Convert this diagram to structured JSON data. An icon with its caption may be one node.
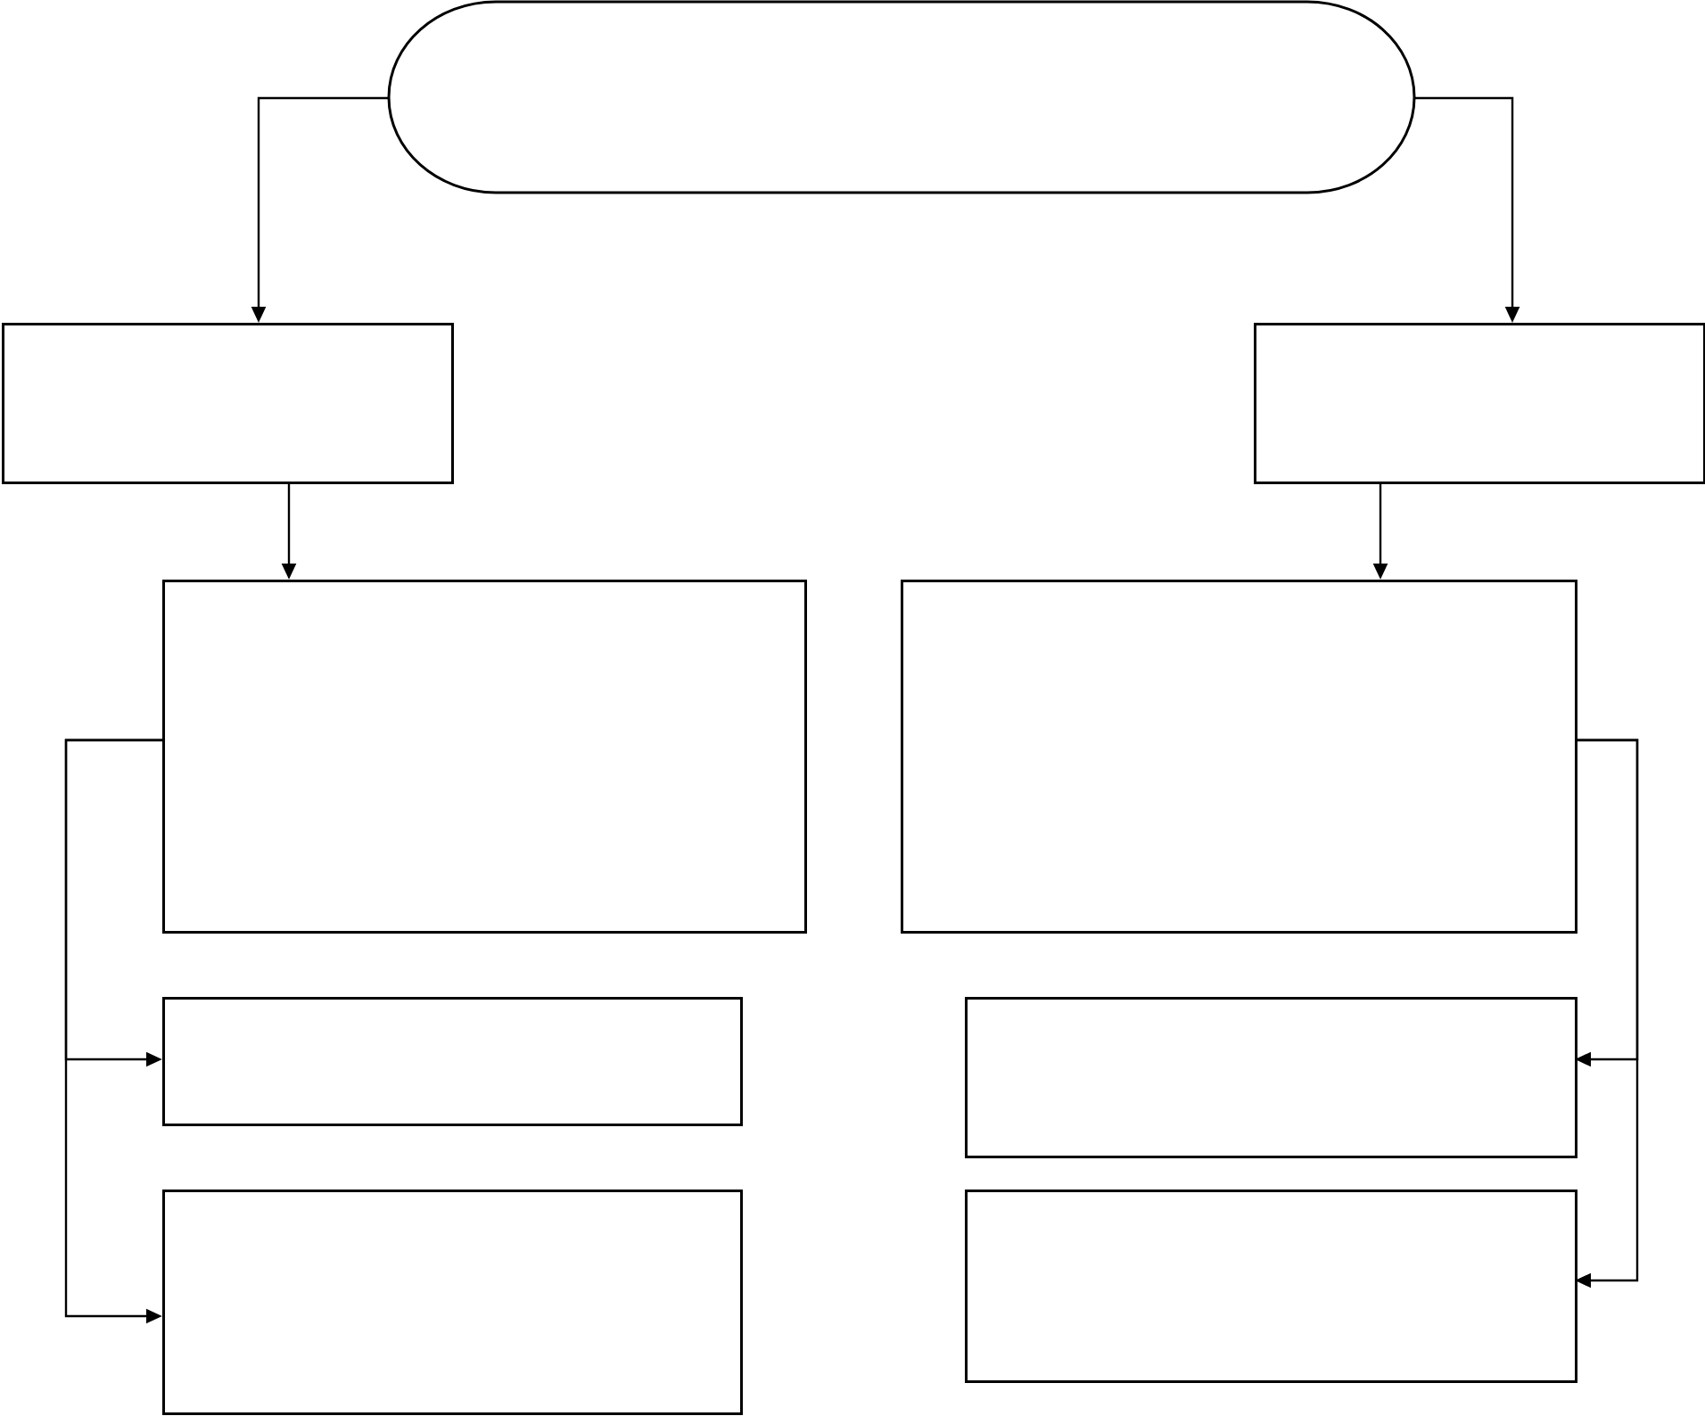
{
  "diagram": {
    "nodes": [
      {
        "text": [],
        "shape": "ellipse"
      },
      {
        "text": [],
        "shape": "box"
      },
      {
        "text": [],
        "shape": "box"
      },
      {
        "text": [],
        "shape": "box"
      },
      {
        "text": [],
        "shape": "box"
      },
      {
        "text": [],
        "shape": "box"
      },
      {
        "text": [],
        "shape": "box"
      },
      {
        "text": [],
        "shape": "box"
      },
      {
        "text": [],
        "shape": "box"
      }
    ],
    "edges": [
      {
        "from": 0,
        "to": 1,
        "arrow": "to"
      },
      {
        "from": 0,
        "to": 2,
        "arrow": "to"
      },
      {
        "from": 1,
        "to": 3,
        "arrow": "to"
      },
      {
        "from": 2,
        "to": 4,
        "arrow": "to"
      },
      {
        "from": 3,
        "to": 5,
        "arrow": "to"
      },
      {
        "from": 3,
        "to": 6,
        "arrow": "to"
      },
      {
        "from": 4,
        "to": 7,
        "arrow": "to"
      },
      {
        "from": 4,
        "to": 8,
        "arrow": "to"
      }
    ]
  }
}
